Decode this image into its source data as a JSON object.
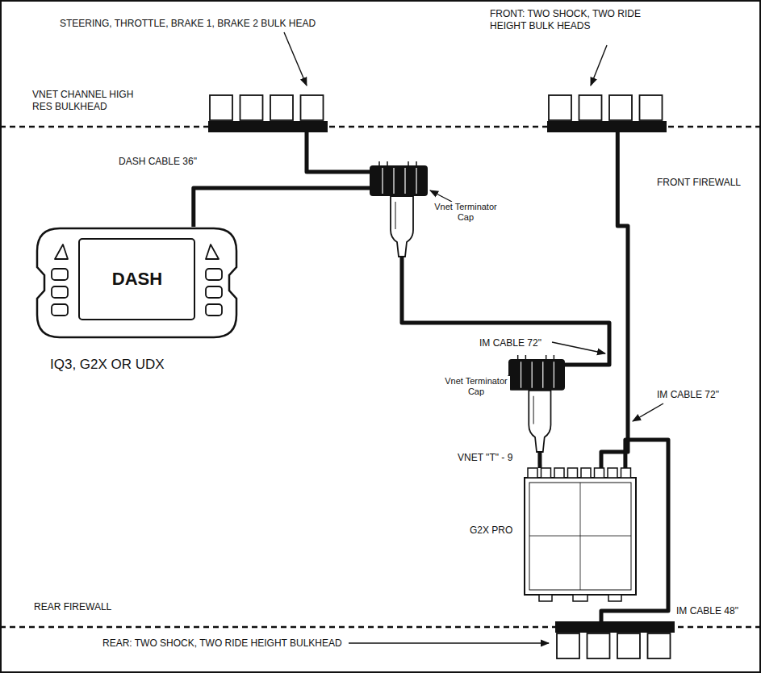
{
  "diagram": {
    "nodes": [
      {
        "text": [
          "STEERING, THROTTLE, BRAKE 1, BRAKE 2 BULK HEAD"
        ]
      },
      {
        "text": [
          "FRONT: TWO SHOCK, TWO RIDE HEIGHT BULK HEADS"
        ]
      },
      {
        "text": [
          "DASH",
          "IQ3, G2X OR UDX"
        ]
      },
      {
        "text": [
          "Vnet Terminator Cap"
        ]
      },
      {
        "text": [
          "Vnet Terminator Cap"
        ]
      },
      {
        "text": [
          "G2X PRO"
        ]
      },
      {
        "text": [
          "REAR: TWO SHOCK, TWO RIDE HEIGHT BULKHEAD"
        ]
      }
    ],
    "edges": [
      {
        "from": 0,
        "to": 3,
        "arrow": "none"
      },
      {
        "from": 2,
        "to": 3,
        "arrow": "none"
      },
      {
        "from": 3,
        "to": 4,
        "arrow": "none"
      },
      {
        "from": 4,
        "to": 5,
        "arrow": "none"
      },
      {
        "from": 1,
        "to": 5,
        "arrow": "none"
      },
      {
        "from": 5,
        "to": 6,
        "arrow": "none"
      }
    ],
    "labels": [
      "VNET CHANNEL HIGH RES BULKHEAD",
      "DASH CABLE 36\"",
      "FRONT FIREWALL",
      "IM CABLE 72\"",
      "IM CABLE 72\"",
      "VNET \"T\" - 9",
      "REAR FIREWALL",
      "IM CABLE 48\""
    ]
  }
}
